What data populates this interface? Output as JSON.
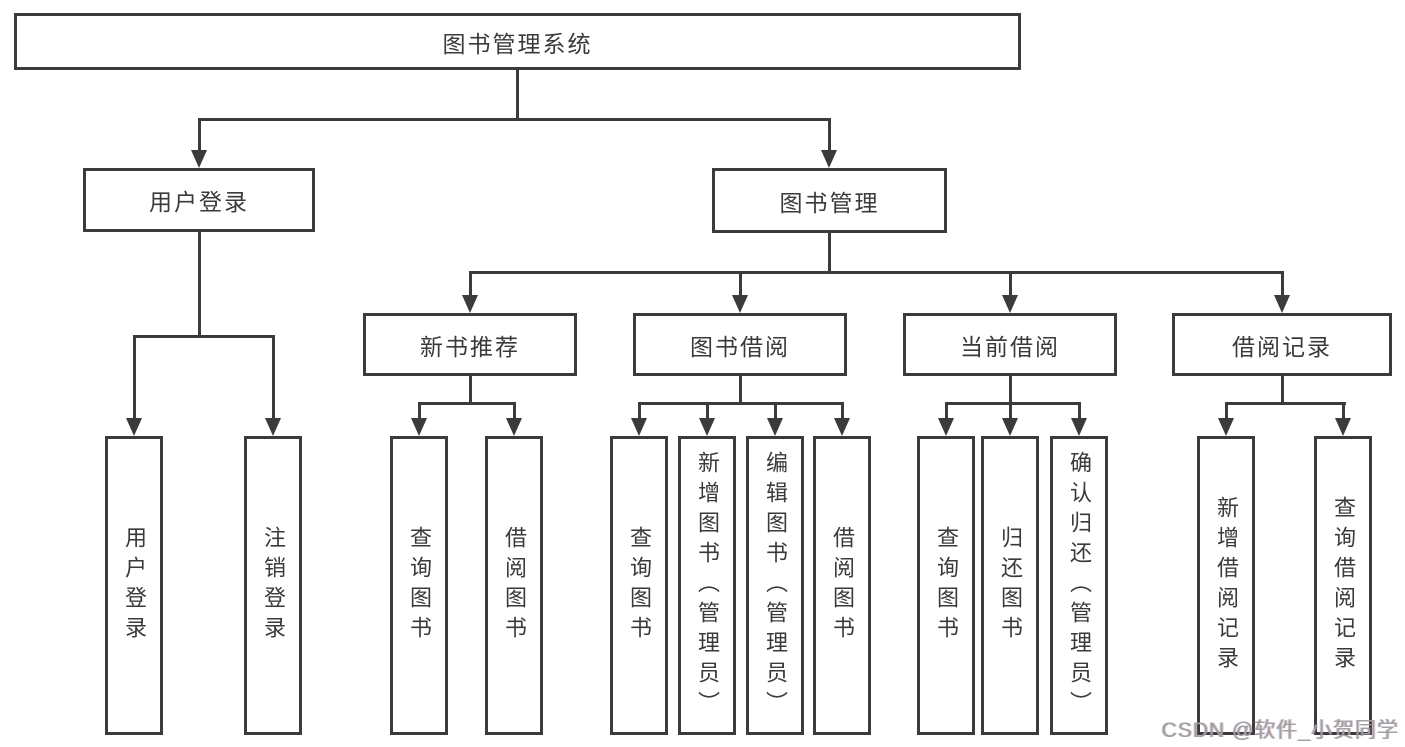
{
  "colors": {
    "line": "#3b3b3b",
    "box_border": "#3b3b3b",
    "text": "#3a3a3a",
    "background": "#ffffff",
    "watermark": "#a0a0a0"
  },
  "tree": {
    "root": {
      "label": "图书管理系统"
    },
    "branches": [
      {
        "label": "用户登录",
        "children": [
          {
            "label": "用户登录"
          },
          {
            "label": "注销登录"
          }
        ]
      },
      {
        "label": "图书管理",
        "sections": [
          {
            "label": "新书推荐",
            "children": [
              {
                "label": "查询图书"
              },
              {
                "label": "借阅图书"
              }
            ]
          },
          {
            "label": "图书借阅",
            "children": [
              {
                "label": "查询图书"
              },
              {
                "label": "新增图书（管理员）"
              },
              {
                "label": "编辑图书（管理员）"
              },
              {
                "label": "借阅图书"
              }
            ]
          },
          {
            "label": "当前借阅",
            "children": [
              {
                "label": "查询图书"
              },
              {
                "label": "归还图书"
              },
              {
                "label": "确认归还（管理员）"
              }
            ]
          },
          {
            "label": "借阅记录",
            "children": [
              {
                "label": "新增借阅记录"
              },
              {
                "label": "查询借阅记录"
              }
            ]
          }
        ]
      }
    ]
  },
  "watermark": {
    "text": "CSDN @软件_小贺同学"
  }
}
